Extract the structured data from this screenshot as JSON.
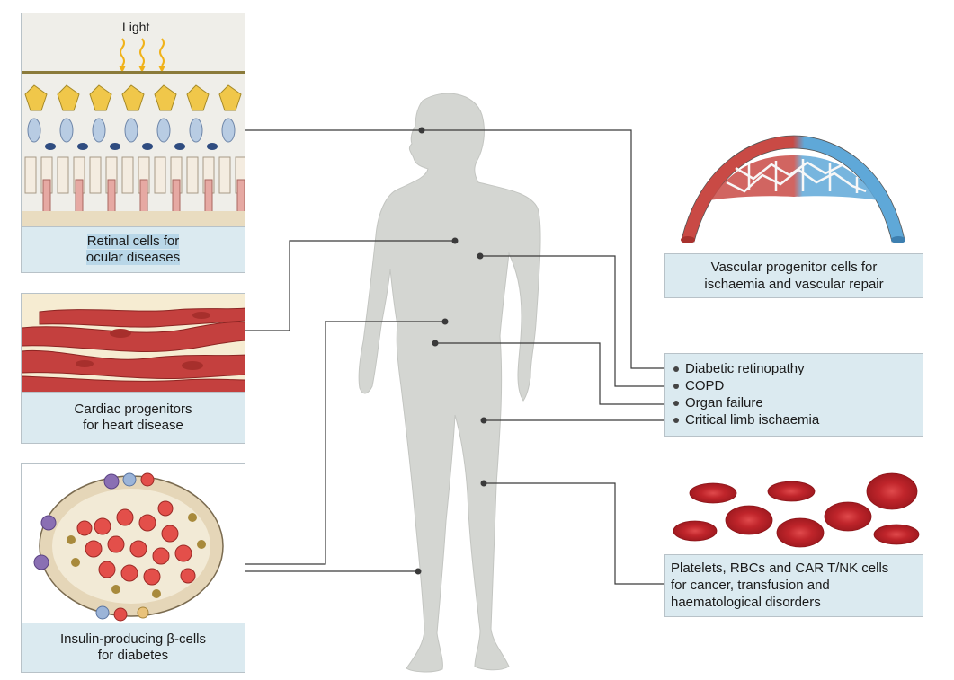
{
  "retina": {
    "light_label": "Light",
    "caption_1": "Retinal cells for",
    "caption_2": "ocular diseases"
  },
  "cardiac": {
    "caption_1": "Cardiac progenitors",
    "caption_2": "for heart disease"
  },
  "islet": {
    "caption_1": "Insulin-producing β-cells",
    "caption_2": "for diabetes"
  },
  "vascular": {
    "caption_1": "Vascular progenitor cells for",
    "caption_2": "ischaemia and vascular repair"
  },
  "conditions": [
    "Diabetic retinopathy",
    "COPD",
    "Organ failure",
    "Critical limb ischaemia"
  ],
  "blood": {
    "line_1": "Platelets, RBCs and CAR T/NK cells",
    "line_2": "for cancer, transfusion and",
    "line_3": "haematological disorders"
  },
  "colors": {
    "caption_bg": "#dbeaf0",
    "body": "#d4d6d2",
    "muscle": "#c4403e",
    "rbc": "#c0252b",
    "artery": "#c94a45",
    "vein": "#5fa8d8"
  }
}
